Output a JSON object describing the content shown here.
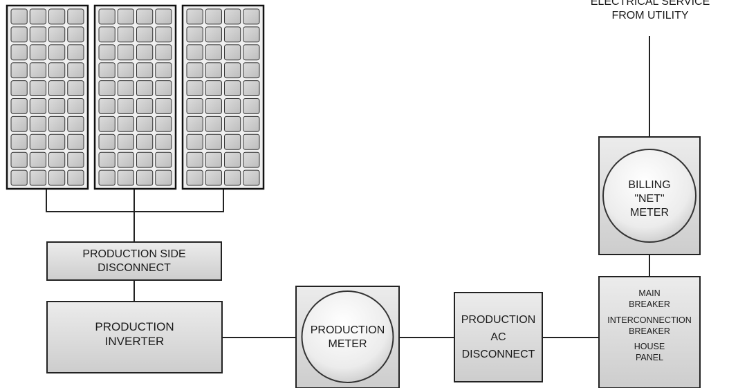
{
  "utility_label": [
    "ELECTRICAL SERVICE",
    "FROM UTILITY"
  ],
  "panel_count": 3,
  "panel_rows": 10,
  "panel_cols": 4,
  "production_side_disconnect": [
    "PRODUCTION SIDE",
    "DISCONNECT"
  ],
  "production_inverter": [
    "PRODUCTION",
    "INVERTER"
  ],
  "production_meter": [
    "PRODUCTION",
    "METER"
  ],
  "production_ac_disconnect": [
    "PRODUCTION",
    "AC",
    "DISCONNECT"
  ],
  "billing_net_meter": [
    "BILLING",
    "\"NET\"",
    "METER"
  ],
  "main_panel": [
    "MAIN",
    "BREAKER",
    "INTERCONNECTION",
    "BREAKER",
    "HOUSE",
    "PANEL"
  ],
  "colors": {
    "line": "#222222",
    "box_fill_top": "#e6e6e6",
    "box_fill_bottom": "#cfcfcf",
    "cell_fill": "#d2d2d2"
  }
}
